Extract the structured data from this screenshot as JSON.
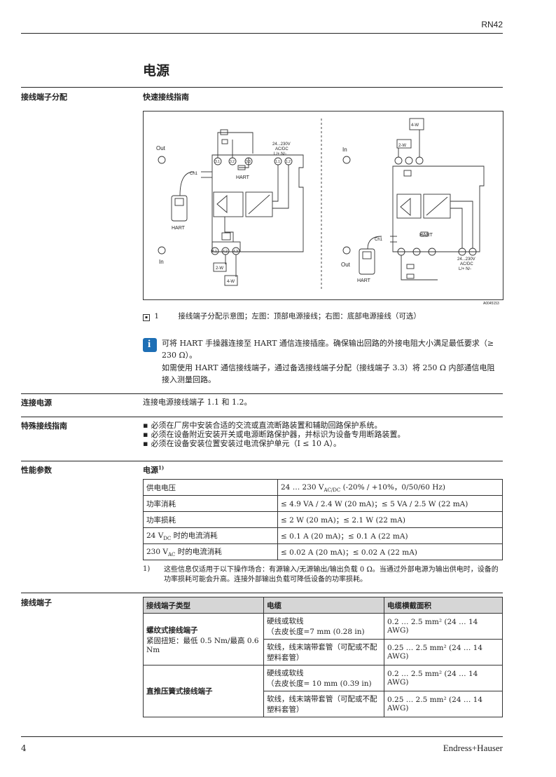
{
  "header": {
    "doc_code": "RN42"
  },
  "page": {
    "title": "电源",
    "number": "4",
    "brand": "Endress+Hauser"
  },
  "sections": {
    "terminal_assignment": {
      "label": "接线端子分配",
      "subtitle": "快速接线指南",
      "figure_id": "A0045153",
      "figure_caption_num": "1",
      "figure_caption": "接线端子分配示意图；左图：顶部电源接线；右图：底部电源接线（可选）",
      "info_text": "可将 HART 手操器连接至 HART 通信连接插座。确保输出回路的外接电阻大小满足最低要求（≥ 230 Ω）。",
      "extra_text": "如需使用 HART 通信接线端子，通过备选接线端子分配（接线端子 3.3）将 250 Ω 内部通信电阻接入测量回路。"
    },
    "power_connection": {
      "label": "连接电源",
      "text": "连接电源接线端子 1.1 和 1.2。"
    },
    "special_wiring": {
      "label": "特殊接线指南",
      "bullets": [
        "必须在厂房中安装合适的交流或直流断路装置和辅助回路保护系统。",
        "必须在设备附近安装开关或电源断路保护器，并标识为设备专用断路装置。",
        "必须在设备安装位置安装过电流保护单元（I ≤ 10 A）。"
      ]
    },
    "performance": {
      "label": "性能参数",
      "subtitle": "电源",
      "subtitle_sup": "1)",
      "rows": [
        {
          "k": "供电电压",
          "v": "24 … 230 V",
          "v_sub": "AC/DC",
          "v_tail": " (-20% / +10%，0/50/60 Hz)"
        },
        {
          "k": "功率消耗",
          "v": "≤ 4.9 VA / 2.4 W (20 mA)；≤ 5 VA / 2.5 W (22 mA)",
          "v_sub": "",
          "v_tail": ""
        },
        {
          "k": "功率损耗",
          "v": "≤ 2 W (20 mA)；≤ 2.1 W (22 mA)",
          "v_sub": "",
          "v_tail": ""
        },
        {
          "k_pre": "24 V",
          "k_sub": "DC",
          "k": " 时的电流消耗",
          "v": "≤ 0.1 A (20 mA)；≤ 0.1 A (22 mA)",
          "v_sub": "",
          "v_tail": ""
        },
        {
          "k_pre": "230 V",
          "k_sub": "AC",
          "k": " 时的电流消耗",
          "v": "≤ 0.02 A (20 mA)；≤ 0.02 A (22 mA)",
          "v_sub": "",
          "v_tail": ""
        }
      ],
      "footnote_num": "1)",
      "footnote": "这些信息仅适用于以下操作场合：有源输入/无源输出/输出负载 0 Ω。当通过外部电源为输出供电时，设备的功率损耗可能会升高。连接外部输出负载可降低设备的功率损耗。"
    },
    "terminals": {
      "label": "接线端子",
      "headers": [
        "接线端子类型",
        "电缆",
        "电缆横截面积"
      ],
      "screw": {
        "name": "螺纹式接线端子",
        "detail": "紧固扭矩：最低 0.5 Nm/最高 0.6 Nm"
      },
      "push": {
        "name": "直推压簧式接线端子"
      },
      "rows": [
        {
          "cable": "硬线或软线",
          "cable2": "（去皮长度=7 mm (0.28 in)",
          "area": "0.2 … 2.5 mm² (24 … 14 AWG)"
        },
        {
          "cable": "软线，线末端带套管（可配或不配塑料套管）",
          "cable2": "",
          "area": "0.25 … 2.5 mm² (24 … 14 AWG)"
        },
        {
          "cable": "硬线或软线",
          "cable2": "（去皮长度= 10 mm (0.39 in)",
          "area": "0.2 … 2.5 mm² (24 … 14 AWG)"
        },
        {
          "cable": "软线，线末端带套管（可配或不配塑料套管）",
          "cable2": "",
          "area": "0.25 … 2.5 mm² (24 … 14 AWG)"
        }
      ]
    }
  },
  "diagram_labels": {
    "out": "Out",
    "in": "In",
    "ch1": "Ch1",
    "hart": "HART",
    "t11": "1.1",
    "t12": "1.2",
    "t31": "3.1",
    "t32": "3.2",
    "t33": "3.3",
    "t41": "4.1",
    "t42": "4.2",
    "t43": "4.3",
    "w2": "2-W",
    "w4": "4-W",
    "supply": "24...230V",
    "acdc": "AC/DC",
    "lpn": "L/+  N/-"
  }
}
